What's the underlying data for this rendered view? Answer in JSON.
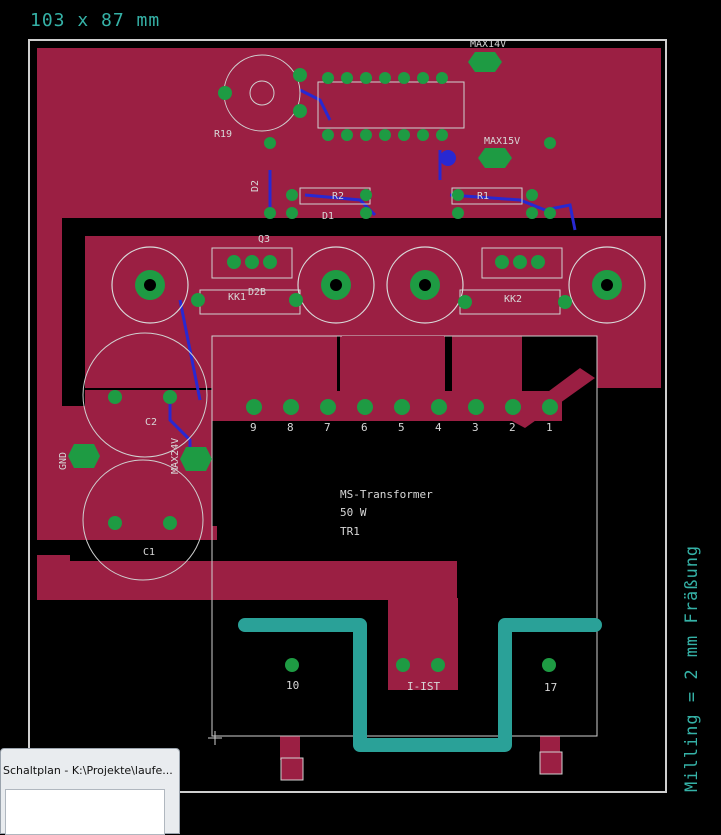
{
  "canvas": {
    "dimension_label": "103 x 87 mm",
    "milling_note": "Milling = 2 mm Fräßung"
  },
  "parts": {
    "r19": "R19",
    "d2": "D2",
    "r2": "R2",
    "r1": "R1",
    "d1": "D1",
    "q3": "Q3",
    "d2b": "D2B",
    "kk1": "KK1",
    "kk2": "KK2",
    "c2": "C2",
    "c1": "C1",
    "gnd": "GND",
    "max14": "MAX14V",
    "max15": "MAX15V",
    "max24": "MAX24V",
    "transformer_name": "MS-Transformer",
    "transformer_power": "50 W",
    "transformer_ref": "TR1",
    "pin_numbers": [
      "9",
      "8",
      "7",
      "6",
      "5",
      "4",
      "3",
      "2",
      "1"
    ],
    "pin10": "10",
    "pin17": "17",
    "i_ist": "I-IST"
  },
  "taskbar": {
    "title": "Schaltplan - K:\\Projekte\\laufe..."
  },
  "colors": {
    "copper": "#9b1f43",
    "pad": "#1e9b43",
    "trace_blue": "#2828d2",
    "mill": "#2aa198"
  }
}
